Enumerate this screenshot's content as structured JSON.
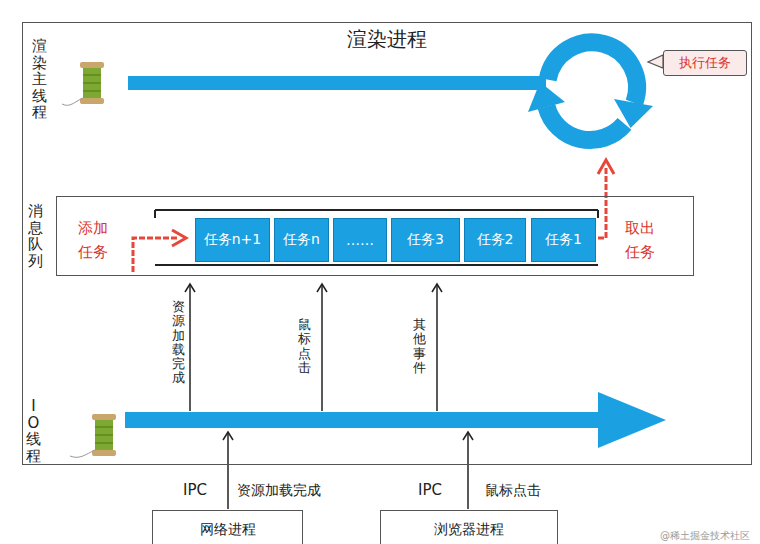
{
  "diagram": {
    "nodes": [
      {
        "text": [
          "渲染进程"
        ]
      },
      {
        "text": [
          "执行任务"
        ],
        "in": 0
      },
      {
        "text": [
          "消息队列"
        ],
        "in": 0
      },
      {
        "text": [
          "任务n+1"
        ],
        "in": 2
      },
      {
        "text": [
          "任务n"
        ],
        "in": 2
      },
      {
        "text": [
          "……"
        ],
        "in": 2
      },
      {
        "text": [
          "任务3"
        ],
        "in": 2
      },
      {
        "text": [
          "任务2"
        ],
        "in": 2
      },
      {
        "text": [
          "任务1"
        ],
        "in": 2
      },
      {
        "text": [
          "网络进程"
        ]
      },
      {
        "text": [
          "浏览器进程"
        ]
      }
    ],
    "labels": [
      "渲染主线程",
      "添加任务",
      "取出任务",
      "资源加载完成",
      "鼠标点击",
      "其他事件",
      "IO线程",
      "IPC",
      "资源加载完成",
      "IPC",
      "鼠标点击",
      "@稀土掘金技术社区"
    ]
  }
}
